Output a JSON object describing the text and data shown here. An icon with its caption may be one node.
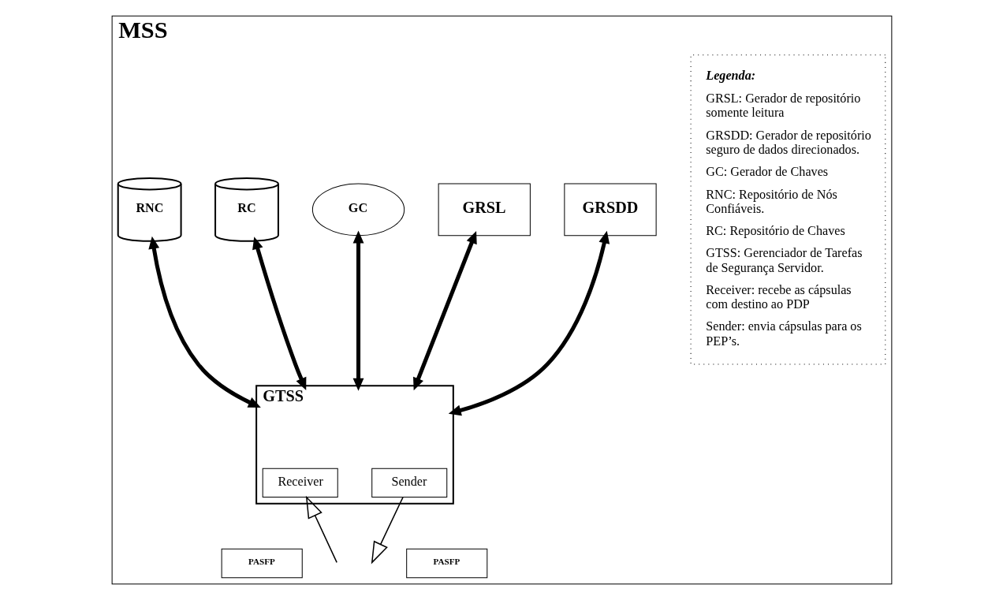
{
  "diagram": {
    "nodes": [
      {
        "text": [
          "MSS"
        ]
      },
      {
        "text": [
          "RNC"
        ],
        "in": 0
      },
      {
        "text": [
          "RC"
        ],
        "in": 0
      },
      {
        "text": [
          "GC"
        ],
        "in": 0
      },
      {
        "text": [
          "GRSL"
        ],
        "in": 0
      },
      {
        "text": [
          "GRSDD"
        ],
        "in": 0
      },
      {
        "text": [
          "GTSS"
        ],
        "in": 0
      },
      {
        "text": [
          "Receiver"
        ],
        "in": 6
      },
      {
        "text": [
          "Sender"
        ],
        "in": 6
      },
      {
        "text": [
          "PASFP"
        ],
        "in": 0
      },
      {
        "text": [
          "PASFP"
        ],
        "in": 0
      },
      {
        "text": [
          "Legenda:",
          "GRSL: Gerador de repositório somente leitura",
          "GRSDD: Gerador de repositório seguro de dados direcionados.",
          "GC: Gerador de Chaves",
          "RNC: Repositório de Nós Confiáveis.",
          "RC: Repositório de Chaves",
          "GTSS: Gerenciador de Tarefas de Segurança Servidor.",
          "Receiver: recebe as cápsulas com destino ao PDP",
          "Sender: envia cápsulas para os PEP’s."
        ],
        "in": 0
      }
    ],
    "edges": [
      {
        "from": 1,
        "to": 6,
        "arrow": "both"
      },
      {
        "from": 2,
        "to": 6,
        "arrow": "both"
      },
      {
        "from": 3,
        "to": 6,
        "arrow": "both"
      },
      {
        "from": 4,
        "to": 6,
        "arrow": "both"
      },
      {
        "from": 5,
        "to": 6,
        "arrow": "both"
      },
      {
        "from": null,
        "to": 7,
        "arrow": "to"
      },
      {
        "from": 8,
        "to": null,
        "arrow": "to"
      }
    ]
  }
}
